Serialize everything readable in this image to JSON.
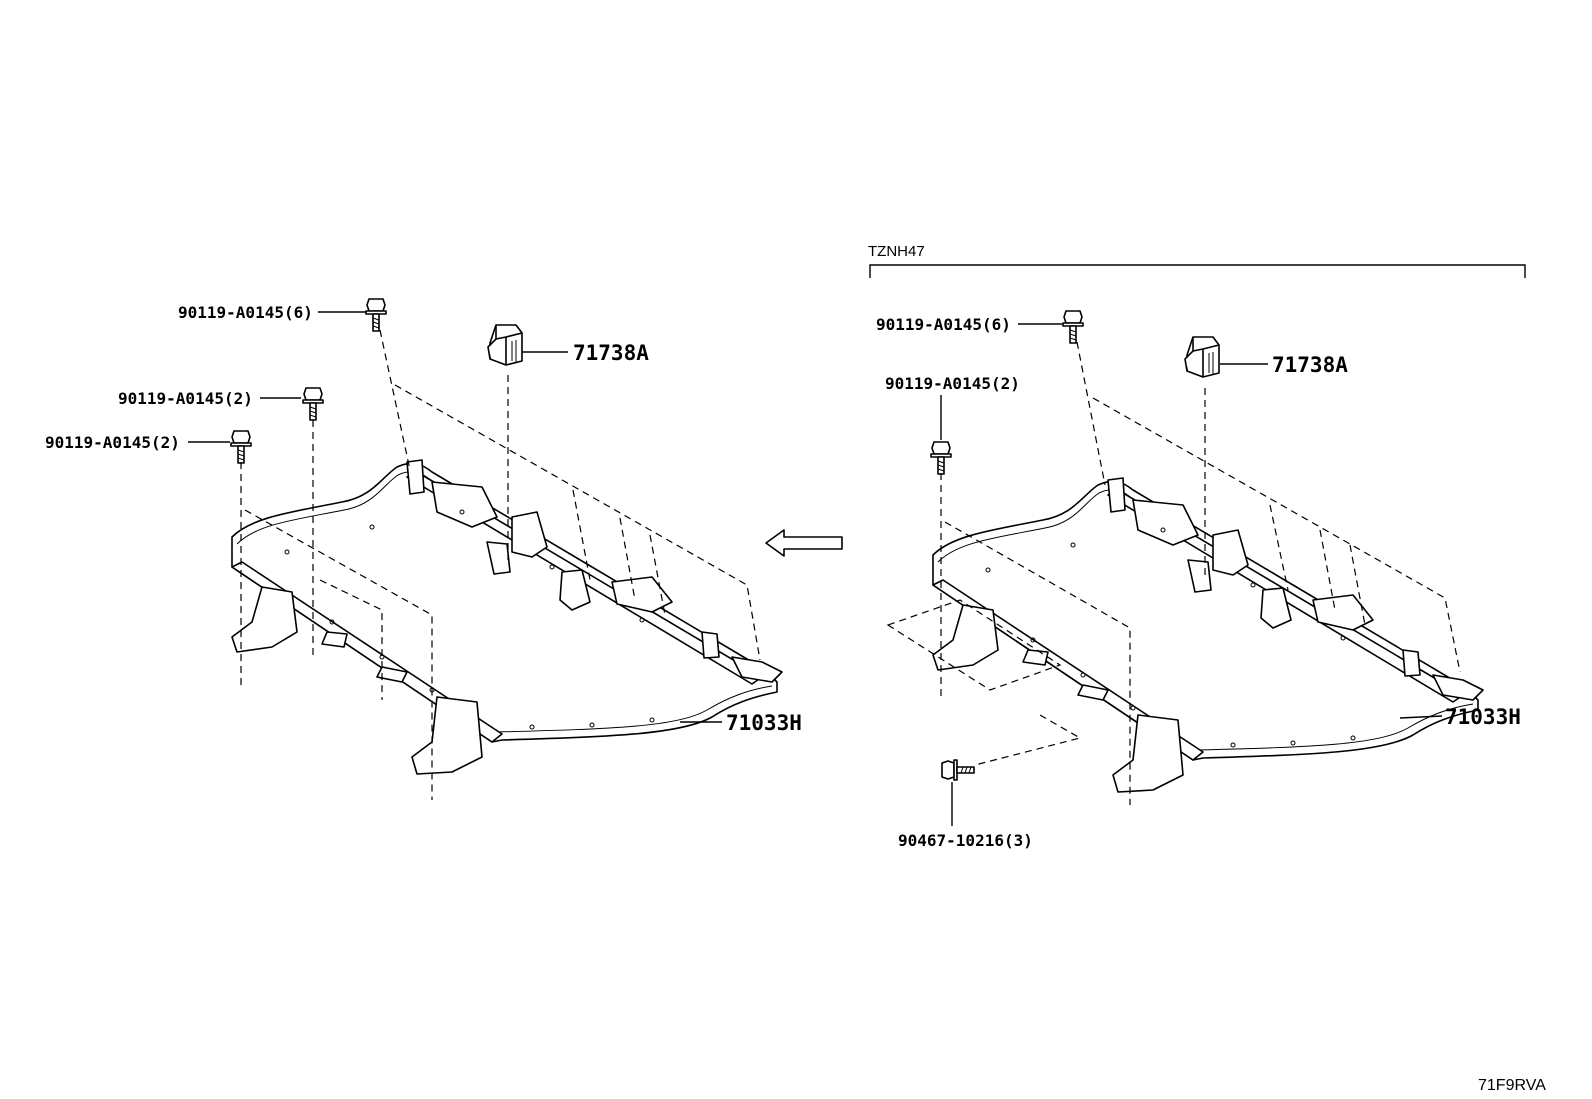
{
  "left": {
    "labels": {
      "bolt_top": "90119-A0145(6)",
      "bolt_mid": "90119-A0145(2)",
      "bolt_low": "90119-A0145(2)",
      "bracket": "71738A",
      "frame": "71033H"
    }
  },
  "right": {
    "variant": "TZNH47",
    "labels": {
      "bolt_top": "90119-A0145(6)",
      "bolt_mid": "90119-A0145(2)",
      "bracket": "71738A",
      "frame": "71033H",
      "bolt_extra": "90467-10216(3)"
    }
  },
  "figure_code": "71F9RVA",
  "icons": {
    "arrow": "left-arrow-icon",
    "bolt": "bolt-icon"
  }
}
